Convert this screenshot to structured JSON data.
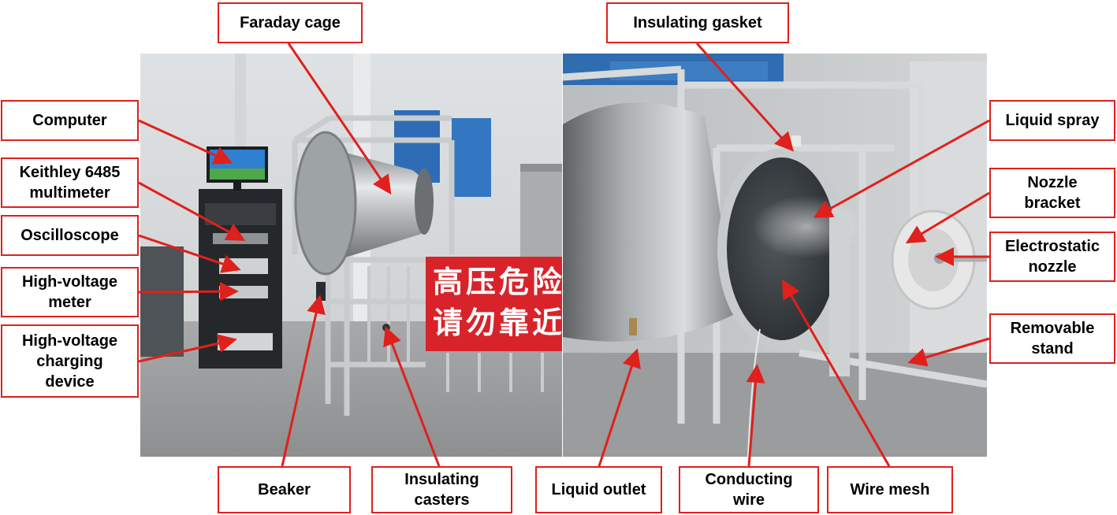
{
  "labels": {
    "faraday_cage": "Faraday cage",
    "insulating_gasket": "Insulating gasket",
    "computer": "Computer",
    "keithley": "Keithley 6485\nmultimeter",
    "oscilloscope": "Oscilloscope",
    "hv_meter": "High-voltage\nmeter",
    "hv_charging": "High-voltage\ncharging\ndevice",
    "liquid_spray": "Liquid spray",
    "nozzle_bracket": "Nozzle\nbracket",
    "electrostatic_nozzle": "Electrostatic\nnozzle",
    "removable_stand": "Removable\nstand",
    "beaker": "Beaker",
    "insulating_casters": "Insulating\ncasters",
    "liquid_outlet": "Liquid outlet",
    "conducting_wire": "Conducting\nwire",
    "wire_mesh": "Wire mesh"
  },
  "warning_sign": {
    "line1": "高压危险",
    "line2": "请勿靠近"
  },
  "colors": {
    "accent_red": "#e0201c",
    "sign_red": "#d8232a"
  }
}
